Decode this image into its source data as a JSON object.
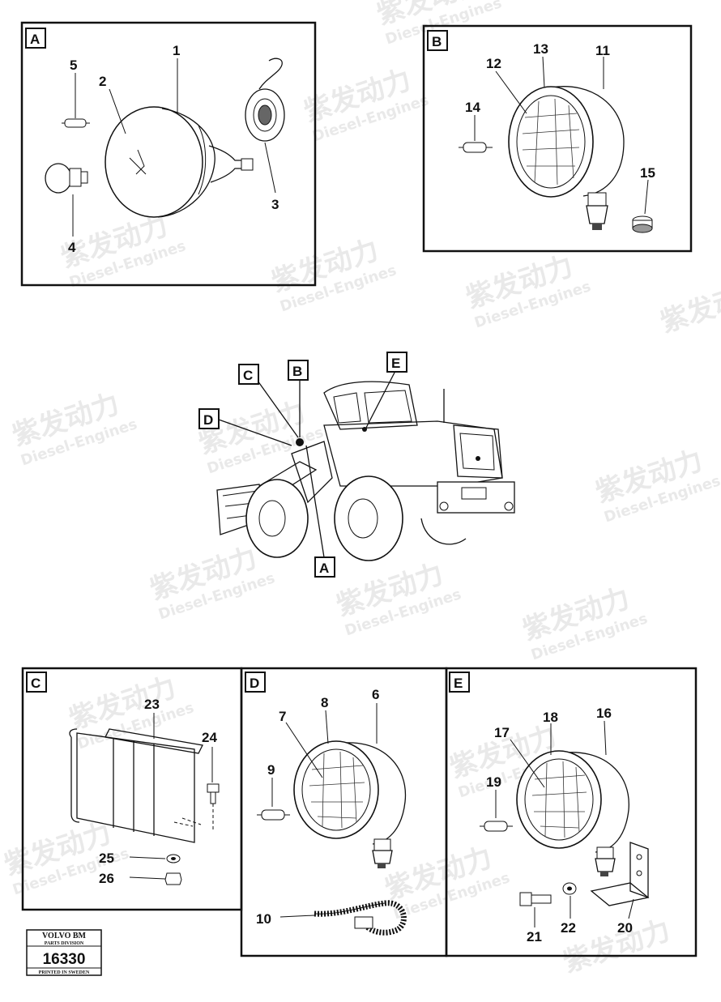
{
  "panels": {
    "A": {
      "letter": "A",
      "parts": [
        "1",
        "2",
        "3",
        "4",
        "5"
      ]
    },
    "B": {
      "letter": "B",
      "parts": [
        "11",
        "12",
        "13",
        "14",
        "15"
      ]
    },
    "C": {
      "letter": "C",
      "parts": [
        "23",
        "24",
        "25",
        "26"
      ]
    },
    "D": {
      "letter": "D",
      "parts": [
        "6",
        "7",
        "8",
        "9",
        "10"
      ]
    },
    "E": {
      "letter": "E",
      "parts": [
        "16",
        "17",
        "18",
        "19",
        "20",
        "21",
        "22"
      ]
    }
  },
  "machine_callouts": {
    "A": "A",
    "B": "B",
    "C": "C",
    "D": "D",
    "E": "E"
  },
  "stamp": {
    "brand": "VOLVO BM",
    "division": "PARTS DIVISION",
    "number": "16330",
    "printed": "PRINTED IN SWEDEN"
  },
  "watermark": {
    "cn": "紫发动力",
    "en": "Diesel-Engines"
  }
}
